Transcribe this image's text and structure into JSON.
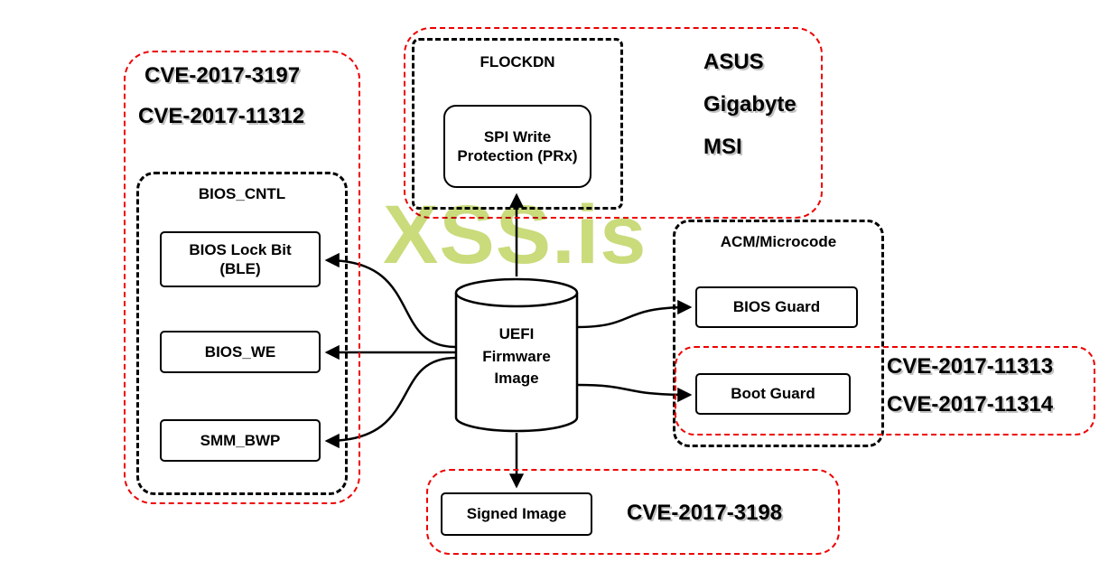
{
  "watermark": "XSS.is",
  "colors": {
    "highlight_red": "#ee0000",
    "watermark_green": "#c3d76d",
    "line_black": "#000000"
  },
  "left": {
    "cve1": "CVE-2017-3197",
    "cve2": "CVE-2017-11312",
    "group_label": "BIOS_CNTL",
    "box1": "BIOS Lock Bit (BLE)",
    "box2": "BIOS_WE",
    "box3": "SMM_BWP"
  },
  "top": {
    "group_label": "FLOCKDN",
    "box": "SPI Write Protection (PRx)",
    "vendors": [
      "ASUS",
      "Gigabyte",
      "MSI"
    ]
  },
  "center": {
    "cylinder_label": "UEFI Firmware Image"
  },
  "right": {
    "group_label": "ACM/Microcode",
    "box1": "BIOS Guard",
    "box2": "Boot Guard",
    "cve1": "CVE-2017-11313",
    "cve2": "CVE-2017-11314"
  },
  "bottom": {
    "box": "Signed Image",
    "cve": "CVE-2017-3198"
  }
}
